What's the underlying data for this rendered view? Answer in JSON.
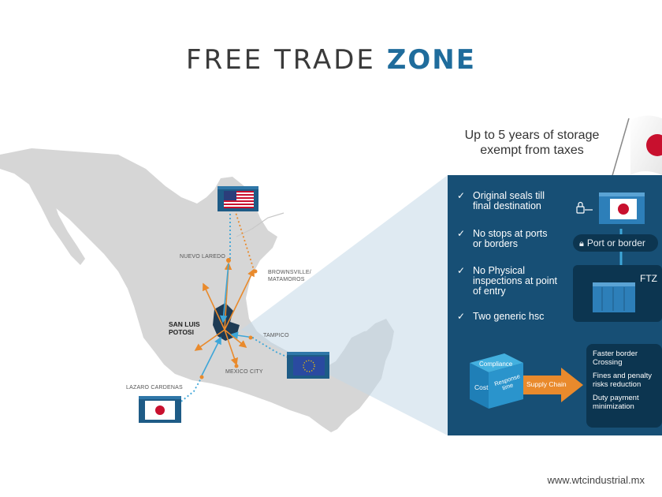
{
  "title": {
    "part1": "FREE TRADE",
    "part2": "ZONE"
  },
  "storage_note": {
    "line1": "Up to 5 years of storage",
    "line2": "exempt from taxes"
  },
  "map_labels": {
    "nuevo_laredo": "NUEVO LAREDO",
    "brownsville_line1": "BROWNSVILLE/",
    "brownsville_line2": "MATAMOROS",
    "san_luis_line1": "SAN LUIS",
    "san_luis_line2": "POTOSI",
    "tampico": "TAMPICO",
    "mexico_city": "MEXICO CITY",
    "lazaro": "LAZARO CARDENAS"
  },
  "checklist": [
    {
      "line1": "Original seals till",
      "line2": "final destination"
    },
    {
      "line1": "No stops at ports",
      "line2": "or borders"
    },
    {
      "line1": "No Physical",
      "line2": "inspections at point",
      "line3": "of entry"
    },
    {
      "line1": "Two generic hsc"
    }
  ],
  "port_border_label": "Port or border",
  "ftz_label": "FTZ",
  "supply_chain": {
    "compliance": "Compliance",
    "cost": "Cost",
    "response_line1": "Response",
    "response_line2": "time",
    "arrow_label": "Supply Chain"
  },
  "benefits": [
    "Faster border Crossing",
    "Fines and penalty risks reduction",
    "Duty payment minimization"
  ],
  "footer_url": "www.wtcindustrial.mx",
  "colors": {
    "title_accent": "#1f6c9c",
    "panel_bg": "#164b71",
    "orange": "#e98a2c",
    "cyan": "#3ea6d8",
    "map_gray": "#d6d6d6"
  },
  "icons": [
    "check-icon",
    "lock-icon",
    "container-icon",
    "flag-icon",
    "arrow-down-icon",
    "cube-icon"
  ]
}
